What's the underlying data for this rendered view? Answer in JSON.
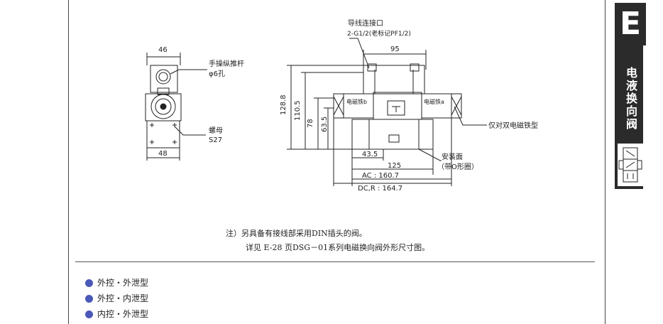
{
  "side_tab": {
    "letter": "E",
    "title": "电液换向阀",
    "symbol_icon": "directional-valve-symbol-icon"
  },
  "drawing": {
    "left_view": {
      "dim_top": "46",
      "dim_bottom": "48",
      "label_manual": "手操纵推杆",
      "label_hole": "φ6孔",
      "label_nut": "螺母",
      "label_nut_size": "S27"
    },
    "right_view": {
      "port_label": "导线连接口",
      "port_spec": "2-G1/2(老标记PF1/2)",
      "dim_95": "95",
      "dim_128_8": "128.8",
      "dim_110_5": "110.5",
      "dim_78": "78",
      "dim_63_5": "63.5",
      "dim_43_5": "43.5",
      "dim_125": "125",
      "dim_ac": "AC   : 160.7",
      "dim_dc": "DC,R : 164.7",
      "solenoid_b": "电磁铁b",
      "solenoid_a": "电磁铁a",
      "double_only": "仅对双电磁铁型",
      "mount_face": "安装面",
      "o_ring": "（带O形圈）"
    }
  },
  "notes": {
    "line1": "注）另具备有接线部采用DIN插头的阀。",
    "line2": "详见 E-28 页DSG－01系列电磁换向阀外形尺寸图。"
  },
  "bullets": [
    "外控・外泄型",
    "外控・内泄型",
    "内控・外泄型"
  ],
  "colors": {
    "bullet": "#4a58b8",
    "tab": "#2b2b2b"
  }
}
